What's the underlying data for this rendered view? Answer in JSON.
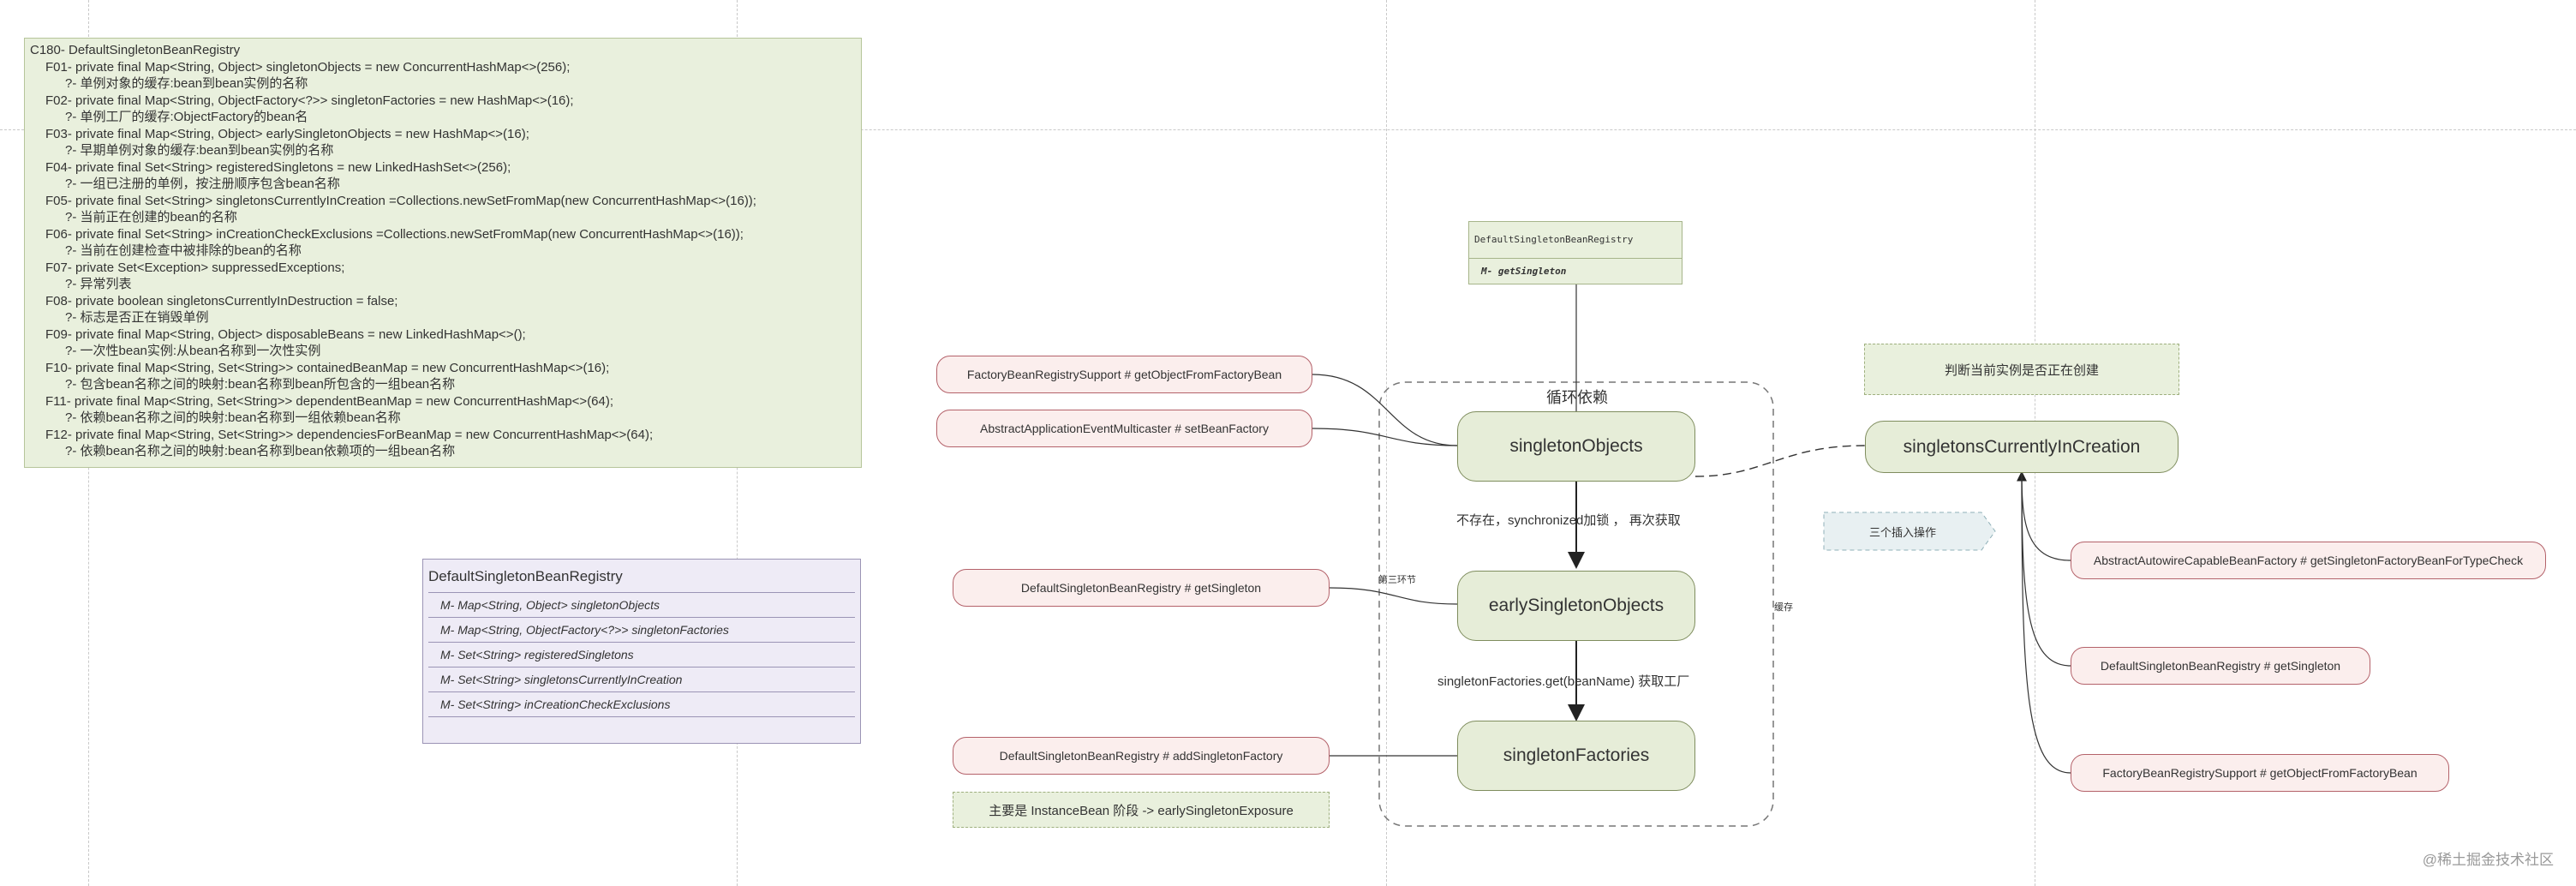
{
  "notes_block": {
    "lines": [
      {
        "kind": "head",
        "text": "C180- DefaultSingletonBeanRegistry"
      },
      {
        "kind": "fld",
        "text": "F01- private final Map<String, Object> singletonObjects = new ConcurrentHashMap<>(256);"
      },
      {
        "kind": "sub",
        "text": "?- 单例对象的缓存:bean到bean实例的名称"
      },
      {
        "kind": "fld",
        "text": "F02- private final Map<String, ObjectFactory<?>> singletonFactories = new HashMap<>(16);"
      },
      {
        "kind": "sub",
        "text": "?- 单例工厂的缓存:ObjectFactory的bean名"
      },
      {
        "kind": "fld",
        "text": "F03- private final Map<String, Object> earlySingletonObjects = new HashMap<>(16);"
      },
      {
        "kind": "sub",
        "text": "?- 早期单例对象的缓存:bean到bean实例的名称"
      },
      {
        "kind": "fld",
        "text": "F04- private final Set<String> registeredSingletons = new LinkedHashSet<>(256);"
      },
      {
        "kind": "sub",
        "text": "?- 一组已注册的单例，按注册顺序包含bean名称"
      },
      {
        "kind": "fld",
        "text": "F05- private final Set<String> singletonsCurrentlyInCreation =Collections.newSetFromMap(new ConcurrentHashMap<>(16));"
      },
      {
        "kind": "sub",
        "text": "?- 当前正在创建的bean的名称"
      },
      {
        "kind": "fld",
        "text": "F06- private final Set<String> inCreationCheckExclusions =Collections.newSetFromMap(new ConcurrentHashMap<>(16));"
      },
      {
        "kind": "sub",
        "text": "?- 当前在创建检查中被排除的bean的名称"
      },
      {
        "kind": "fld",
        "text": "F07- private Set<Exception> suppressedExceptions;"
      },
      {
        "kind": "sub",
        "text": "?- 异常列表"
      },
      {
        "kind": "fld",
        "text": "F08- private boolean singletonsCurrentlyInDestruction = false;"
      },
      {
        "kind": "sub",
        "text": "?- 标志是否正在销毁单例"
      },
      {
        "kind": "fld",
        "text": "F09- private final Map<String, Object> disposableBeans = new LinkedHashMap<>();"
      },
      {
        "kind": "sub",
        "text": "?- 一次性bean实例:从bean名称到一次性实例"
      },
      {
        "kind": "fld",
        "text": "F10- private final Map<String, Set<String>> containedBeanMap = new ConcurrentHashMap<>(16);"
      },
      {
        "kind": "sub",
        "text": "?- 包含bean名称之间的映射:bean名称到bean所包含的一组bean名称"
      },
      {
        "kind": "fld",
        "text": "F11- private final Map<String, Set<String>> dependentBeanMap = new ConcurrentHashMap<>(64);"
      },
      {
        "kind": "sub",
        "text": "?- 依赖bean名称之间的映射:bean名称到一组依赖bean名称"
      },
      {
        "kind": "fld",
        "text": "F12- private final Map<String, Set<String>> dependenciesForBeanMap = new ConcurrentHashMap<>(64);"
      },
      {
        "kind": "sub",
        "text": "?- 依赖bean名称之间的映射:bean名称到bean依赖项的一组bean名称"
      }
    ]
  },
  "class_box": {
    "title": "DefaultSingletonBeanRegistry",
    "members": [
      "M- Map<String, Object> singletonObjects",
      "M- Map<String, ObjectFactory<?>> singletonFactories",
      "M- Set<String> registeredSingletons",
      "M- Set<String> singletonsCurrentlyInCreation",
      "M- Set<String> inCreationCheckExclusions"
    ]
  },
  "small_class": {
    "title": "DefaultSingletonBeanRegistry",
    "method": "M- getSingleton"
  },
  "group_label": "循环依赖",
  "nodes": {
    "singleton_objects": "singletonObjects",
    "early_singleton_objects": "earlySingletonObjects",
    "singleton_factories": "singletonFactories",
    "singletons_in_creation": "singletonsCurrentlyInCreation"
  },
  "edge_labels": {
    "lock": "不存在，synchronized加锁 ， 再次获取",
    "get_factory": "singletonFactories.get(beanName) 获取工厂",
    "third_cache": "第三环节",
    "cache": "缓存"
  },
  "callers_left": [
    "FactoryBeanRegistrySupport # getObjectFromFactoryBean",
    "AbstractApplicationEventMulticaster # setBeanFactory",
    "DefaultSingletonBeanRegistry # getSingleton",
    "DefaultSingletonBeanRegistry # addSingletonFactory"
  ],
  "callers_right": [
    "AbstractAutowireCapableBeanFactory # getSingletonFactoryBeanForTypeCheck",
    "DefaultSingletonBeanRegistry # getSingleton",
    "FactoryBeanRegistrySupport # getObjectFromFactoryBean"
  ],
  "notes": {
    "creating_check": "判断当前实例是否正在创建",
    "main_stage": "主要是 InstanceBean 阶段 -> earlySingletonExposure",
    "three_ops": "三个插入操作"
  },
  "watermark": "@稀土掘金技术社区"
}
